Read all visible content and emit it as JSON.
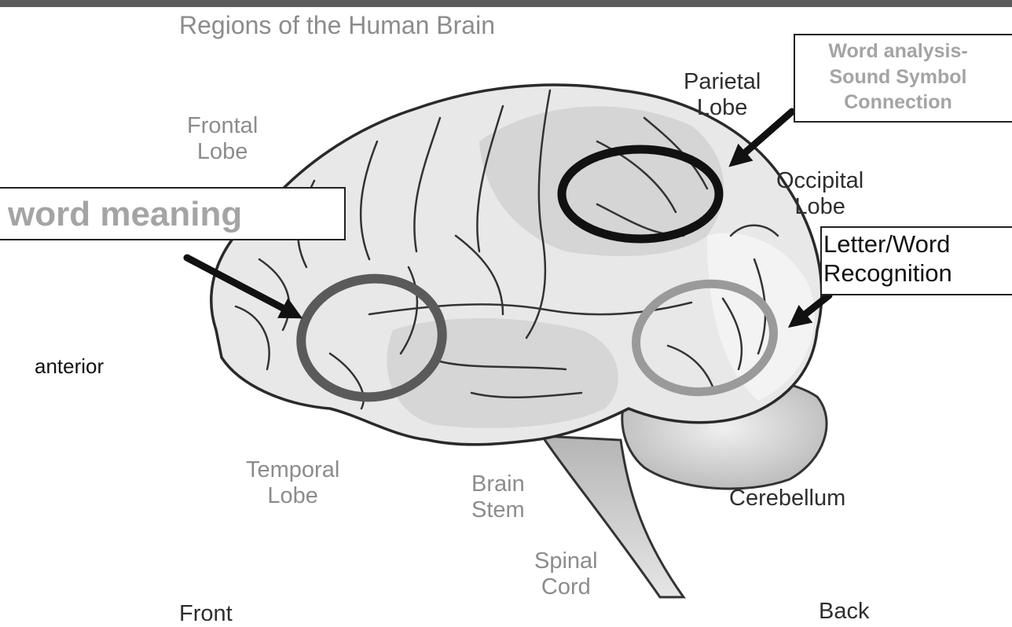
{
  "title": "Regions of the Human Brain",
  "lobes": {
    "frontal": [
      "Frontal",
      "Lobe"
    ],
    "parietal": [
      "Parietal",
      "Lobe"
    ],
    "occipital": [
      "Occipital",
      "Lobe"
    ],
    "temporal": [
      "Temporal",
      "Lobe"
    ],
    "brain_stem": [
      "Brain",
      "Stem"
    ],
    "spinal_cord": [
      "Spinal",
      "Cord"
    ],
    "cerebellum": "Cerebellum"
  },
  "orientation": {
    "anterior": "anterior",
    "front": "Front",
    "back": "Back"
  },
  "callouts": {
    "word_meaning": "word meaning",
    "word_analysis": [
      "Word analysis-",
      "Sound Symbol",
      "Connection"
    ],
    "letter_word": [
      "Letter/Word",
      "Recognition"
    ]
  },
  "colors": {
    "circle_word_meaning": "#5a5a5a",
    "circle_word_analysis": "#111111",
    "circle_letter_word": "#9a9a9a",
    "arrows": "#111111"
  }
}
